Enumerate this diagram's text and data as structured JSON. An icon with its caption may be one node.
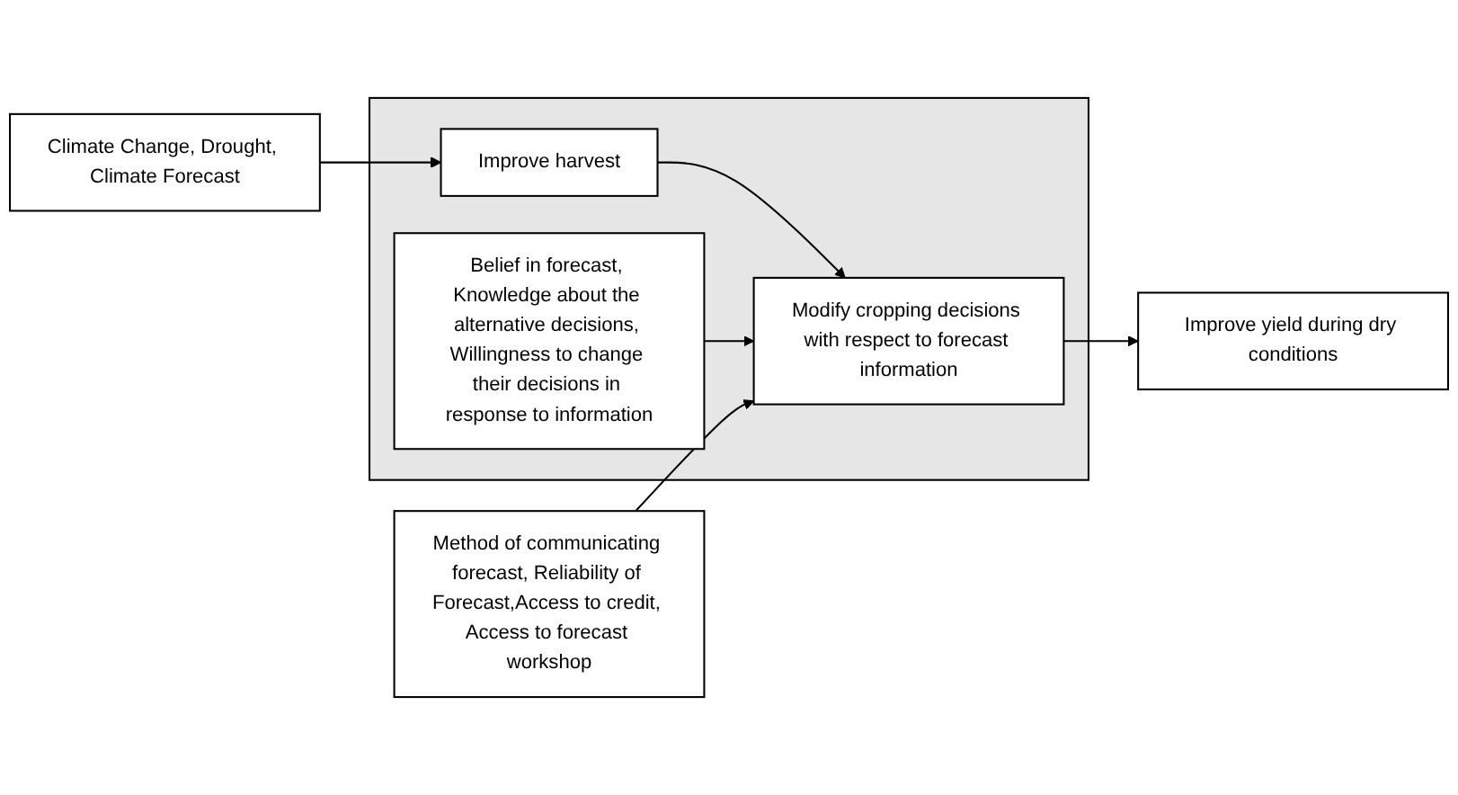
{
  "diagram": {
    "nodes": [
      {
        "text": [
          "Method of communicating forecast, Reliability of Forecast,Access to credit, Access to forecast workshop"
        ]
      },
      {
        "text": [
          "Climate Change, Drought, Climate Forecast"
        ]
      },
      {
        "text": [],
        "shape": "box"
      },
      {
        "text": [
          "Improve harvest"
        ],
        "in": 2
      },
      {
        "text": [
          "Modify cropping decisions with respect to forecast information"
        ],
        "in": 2
      },
      {
        "text": [
          "Belief in forecast, Knowledge about the alternative decisions, Willingness to change their decisions in response to information"
        ],
        "in": 2
      },
      {
        "text": [
          "Improve yield during dry conditions"
        ]
      }
    ],
    "edges": [
      {
        "from": 1,
        "to": 3,
        "arrow": "to"
      },
      {
        "from": 3,
        "to": 4,
        "arrow": "to"
      },
      {
        "from": 0,
        "to": 4,
        "arrow": "to"
      },
      {
        "from": 5,
        "to": 4,
        "arrow": "to"
      },
      {
        "from": 4,
        "to": 6,
        "arrow": "to"
      }
    ]
  }
}
